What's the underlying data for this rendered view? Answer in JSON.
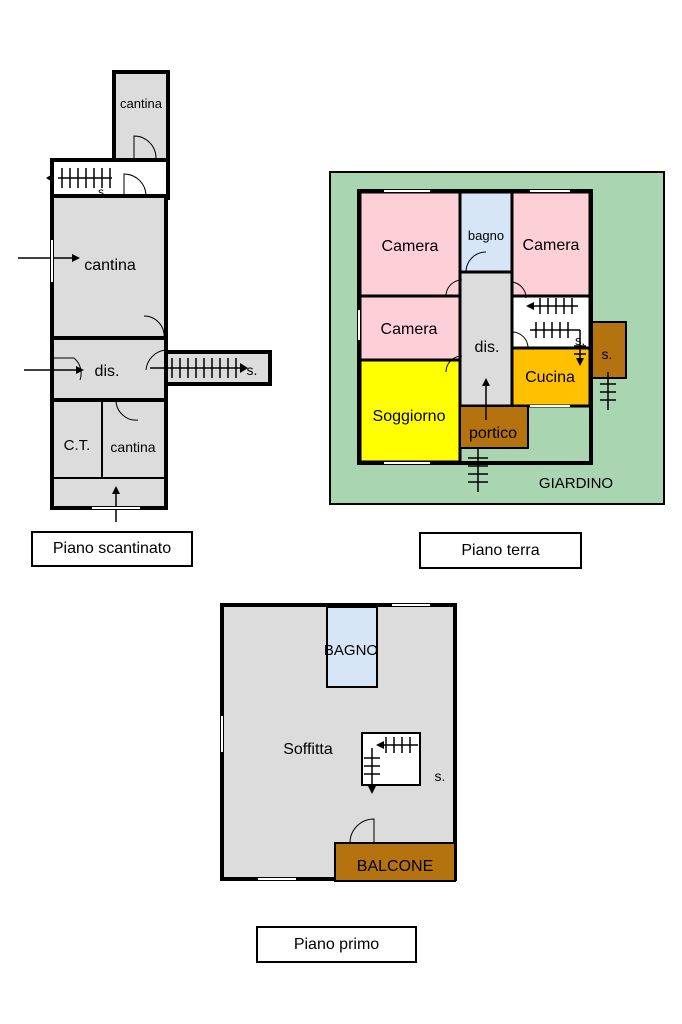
{
  "basement": {
    "rooms": {
      "cantina_top": "cantina",
      "cantina_main": "cantina",
      "dis": "dis.",
      "s": "s.",
      "s_small": "s",
      "ct": "C.T.",
      "cantina_bottom": "cantina"
    },
    "caption": "Piano scantinato"
  },
  "ground": {
    "rooms": {
      "camera_1": "Camera",
      "bagno": "bagno",
      "camera_2": "Camera",
      "camera_3": "Camera",
      "dis": "dis.",
      "s_inner": "s.",
      "s_outer": "s.",
      "cucina": "Cucina",
      "soggiorno": "Soggiorno",
      "portico": "portico",
      "giardino": "GIARDINO"
    },
    "caption": "Piano terra"
  },
  "first": {
    "rooms": {
      "bagno": "BAGNO",
      "soffitta": "Soffitta",
      "s": "s.",
      "balcone": "BALCONE"
    },
    "caption": "Piano primo"
  },
  "colors": {
    "wall": "#000000",
    "floor_grey": "#dcdcdc",
    "camera_pink": "#fdd0d8",
    "bagno_blue": "#d6e6f6",
    "soggiorno_yellow": "#ffff00",
    "cucina_orange": "#ffc000",
    "brown": "#b5730f",
    "garden_green": "#a9d5b0"
  }
}
